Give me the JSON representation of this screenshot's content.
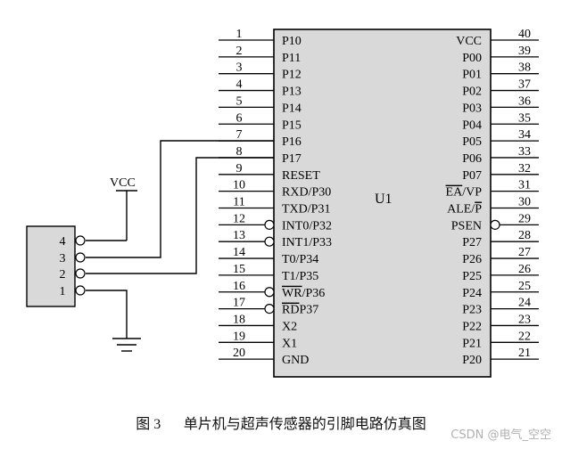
{
  "chip": {
    "label": "U1",
    "left_pins": [
      {
        "num": "1",
        "name": "P10"
      },
      {
        "num": "2",
        "name": "P11"
      },
      {
        "num": "3",
        "name": "P12"
      },
      {
        "num": "4",
        "name": "P13"
      },
      {
        "num": "5",
        "name": "P14"
      },
      {
        "num": "6",
        "name": "P15"
      },
      {
        "num": "7",
        "name": "P16"
      },
      {
        "num": "8",
        "name": "P17"
      },
      {
        "num": "9",
        "name": "RESET"
      },
      {
        "num": "10",
        "name": "RXD/P30"
      },
      {
        "num": "11",
        "name": "TXD/P31"
      },
      {
        "num": "12",
        "name": "INT0/P32",
        "inverted": true
      },
      {
        "num": "13",
        "name": "INT1/P33",
        "inverted": true
      },
      {
        "num": "14",
        "name": "T0/P34"
      },
      {
        "num": "15",
        "name": "T1/P35"
      },
      {
        "num": "16",
        "name": "WR/P36",
        "inverted": true,
        "overbar": "WR"
      },
      {
        "num": "17",
        "name": "RDP37",
        "inverted": true,
        "overbar": "RD"
      },
      {
        "num": "18",
        "name": "X2"
      },
      {
        "num": "19",
        "name": "X1"
      },
      {
        "num": "20",
        "name": "GND"
      }
    ],
    "right_pins": [
      {
        "num": "40",
        "name": "VCC"
      },
      {
        "num": "39",
        "name": "P00"
      },
      {
        "num": "38",
        "name": "P01"
      },
      {
        "num": "37",
        "name": "P02"
      },
      {
        "num": "36",
        "name": "P03"
      },
      {
        "num": "35",
        "name": "P04"
      },
      {
        "num": "34",
        "name": "P05"
      },
      {
        "num": "33",
        "name": "P06"
      },
      {
        "num": "32",
        "name": "P07"
      },
      {
        "num": "31",
        "name": "EA/VP",
        "overbar": "EA"
      },
      {
        "num": "30",
        "name": "ALE/P",
        "overbar": "P"
      },
      {
        "num": "29",
        "name": "PSEN",
        "inverted": true
      },
      {
        "num": "28",
        "name": "P27"
      },
      {
        "num": "27",
        "name": "P26"
      },
      {
        "num": "26",
        "name": "P25"
      },
      {
        "num": "25",
        "name": "P24"
      },
      {
        "num": "24",
        "name": "P23"
      },
      {
        "num": "23",
        "name": "P22"
      },
      {
        "num": "22",
        "name": "P21"
      },
      {
        "num": "21",
        "name": "P20"
      }
    ]
  },
  "sensor": {
    "pins": [
      "4",
      "3",
      "2",
      "1"
    ]
  },
  "power_label": "VCC",
  "caption": {
    "figure": "图 3",
    "text": "单片机与超声传感器的引脚电路仿真图"
  },
  "watermark": "CSDN @电气_空空"
}
